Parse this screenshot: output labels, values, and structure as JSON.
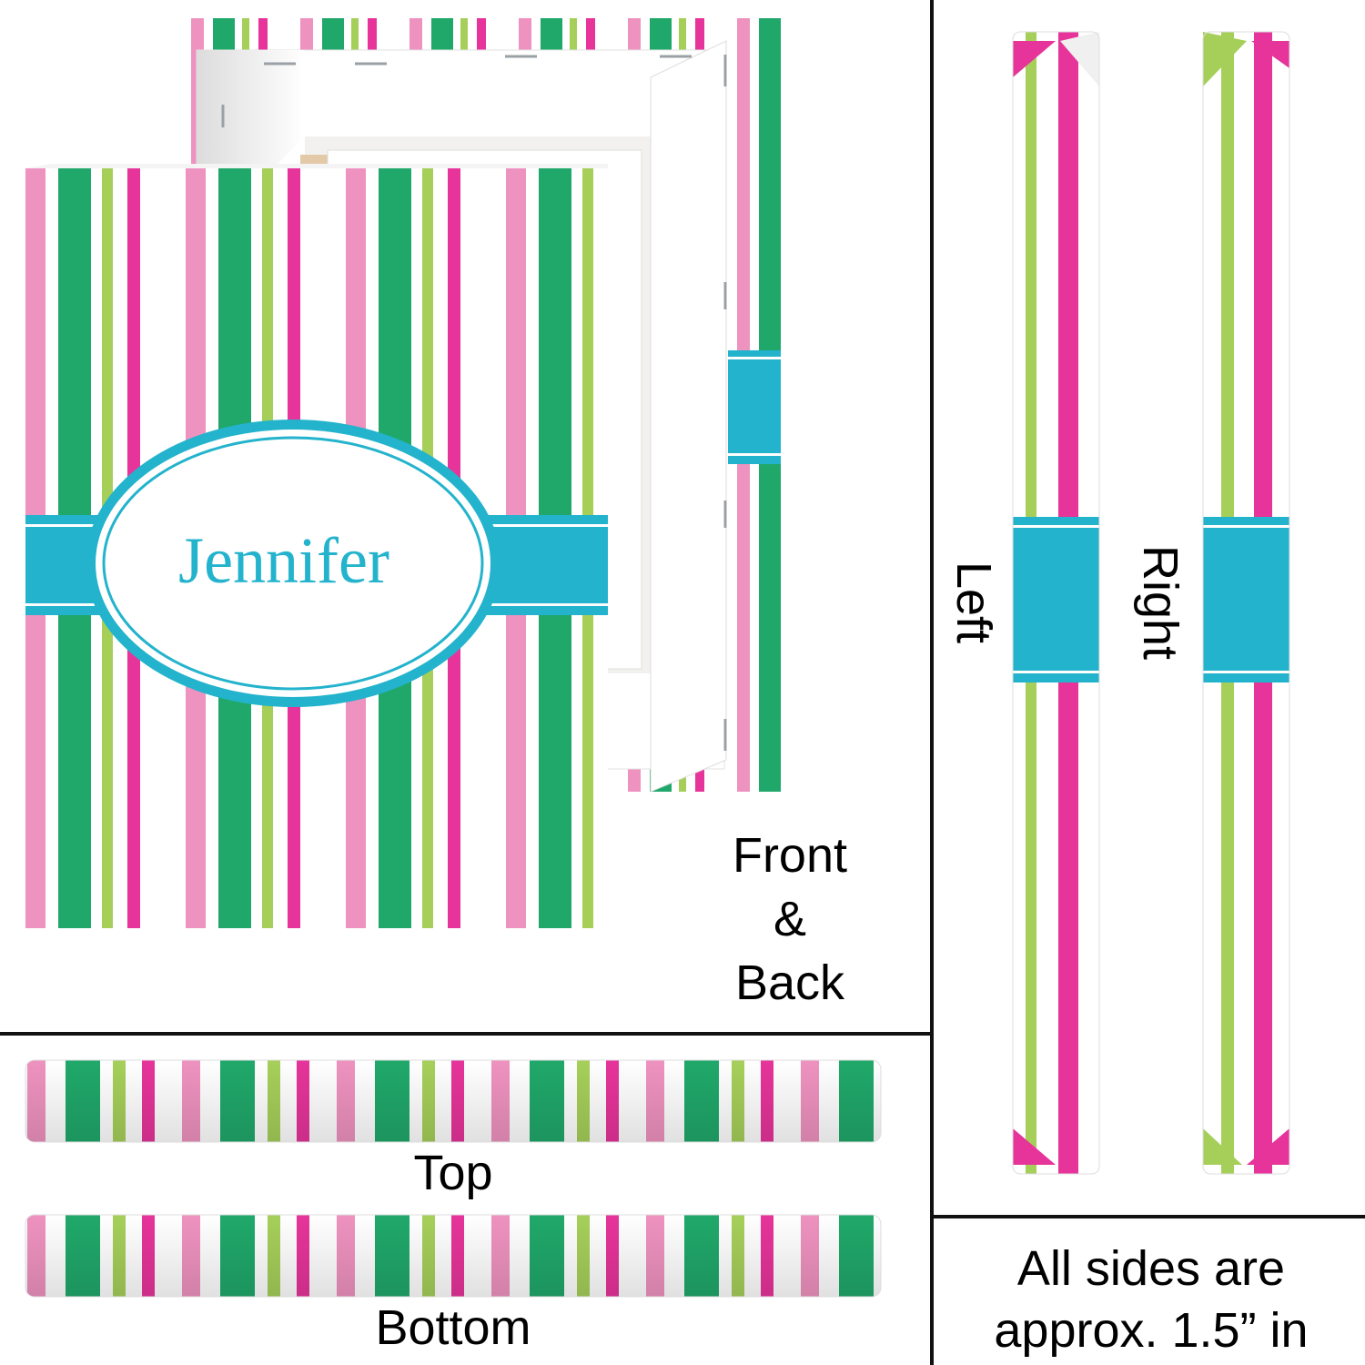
{
  "personalized_name": "Jennifer",
  "labels": {
    "front_back": [
      "Front",
      "&",
      "Back"
    ],
    "top": "Top",
    "bottom": "Bottom",
    "left": "Left",
    "right": "Right",
    "note_line1": "All sides are",
    "note_line2": "approx. 1.5” in"
  },
  "colors": {
    "pink_light": "#ee92bf",
    "pink_hot": "#e6349a",
    "green": "#20a86a",
    "lime": "#a6cf5a",
    "white": "#ffffff",
    "teal": "#23b3cc",
    "divider": "#111111"
  },
  "stripe_pattern": [
    "pink_light",
    "white",
    "green",
    "white",
    "lime",
    "white",
    "pink_hot",
    "white"
  ]
}
